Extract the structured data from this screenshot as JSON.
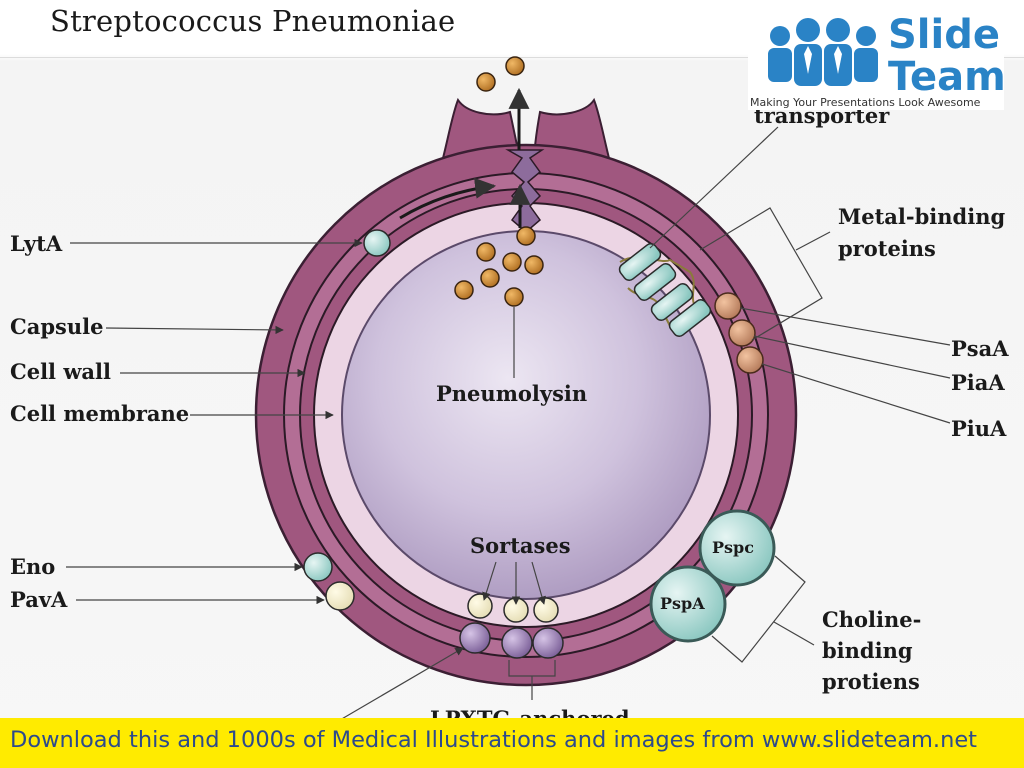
{
  "slide": {
    "title": "Streptococcus Pneumoniae"
  },
  "logo": {
    "brand_line1": "Slide",
    "brand_line2": "Team",
    "tagline": "Making Your Presentations Look Awesome",
    "color": "#2a83c6"
  },
  "labels": {
    "transporter": "transporter",
    "metal_binding_1": "Metal-binding",
    "metal_binding_2": "proteins",
    "lyta": "LytA",
    "capsule": "Capsule",
    "cell_wall": "Cell wall",
    "cell_membrane": "Cell membrane",
    "pneumolysin": "Pneumolysin",
    "psaa": "PsaA",
    "piaa": "PiaA",
    "piua": "PiuA",
    "sortases": "Sortases",
    "pspc": "Pspc",
    "pspa": "PspA",
    "eno": "Eno",
    "pava": "PavA",
    "choline_1": "Choline-",
    "choline_2": "binding",
    "choline_3": "protiens",
    "lpxtg": "LPXTG-anchored"
  },
  "banner": {
    "text": "Download this and 1000s of Medical Illustrations and images from www.slideteam.net",
    "background": "#ffeb00",
    "text_color": "#2d4a8c"
  },
  "colors": {
    "capsule": "#a0577f",
    "cell_wall": "#c98fb1",
    "membrane": "#e8cfe0",
    "cytoplasm": "#c9bbd8",
    "pneumolysin_ball": "#c98b3a",
    "transporter": "#a8d5d0"
  }
}
